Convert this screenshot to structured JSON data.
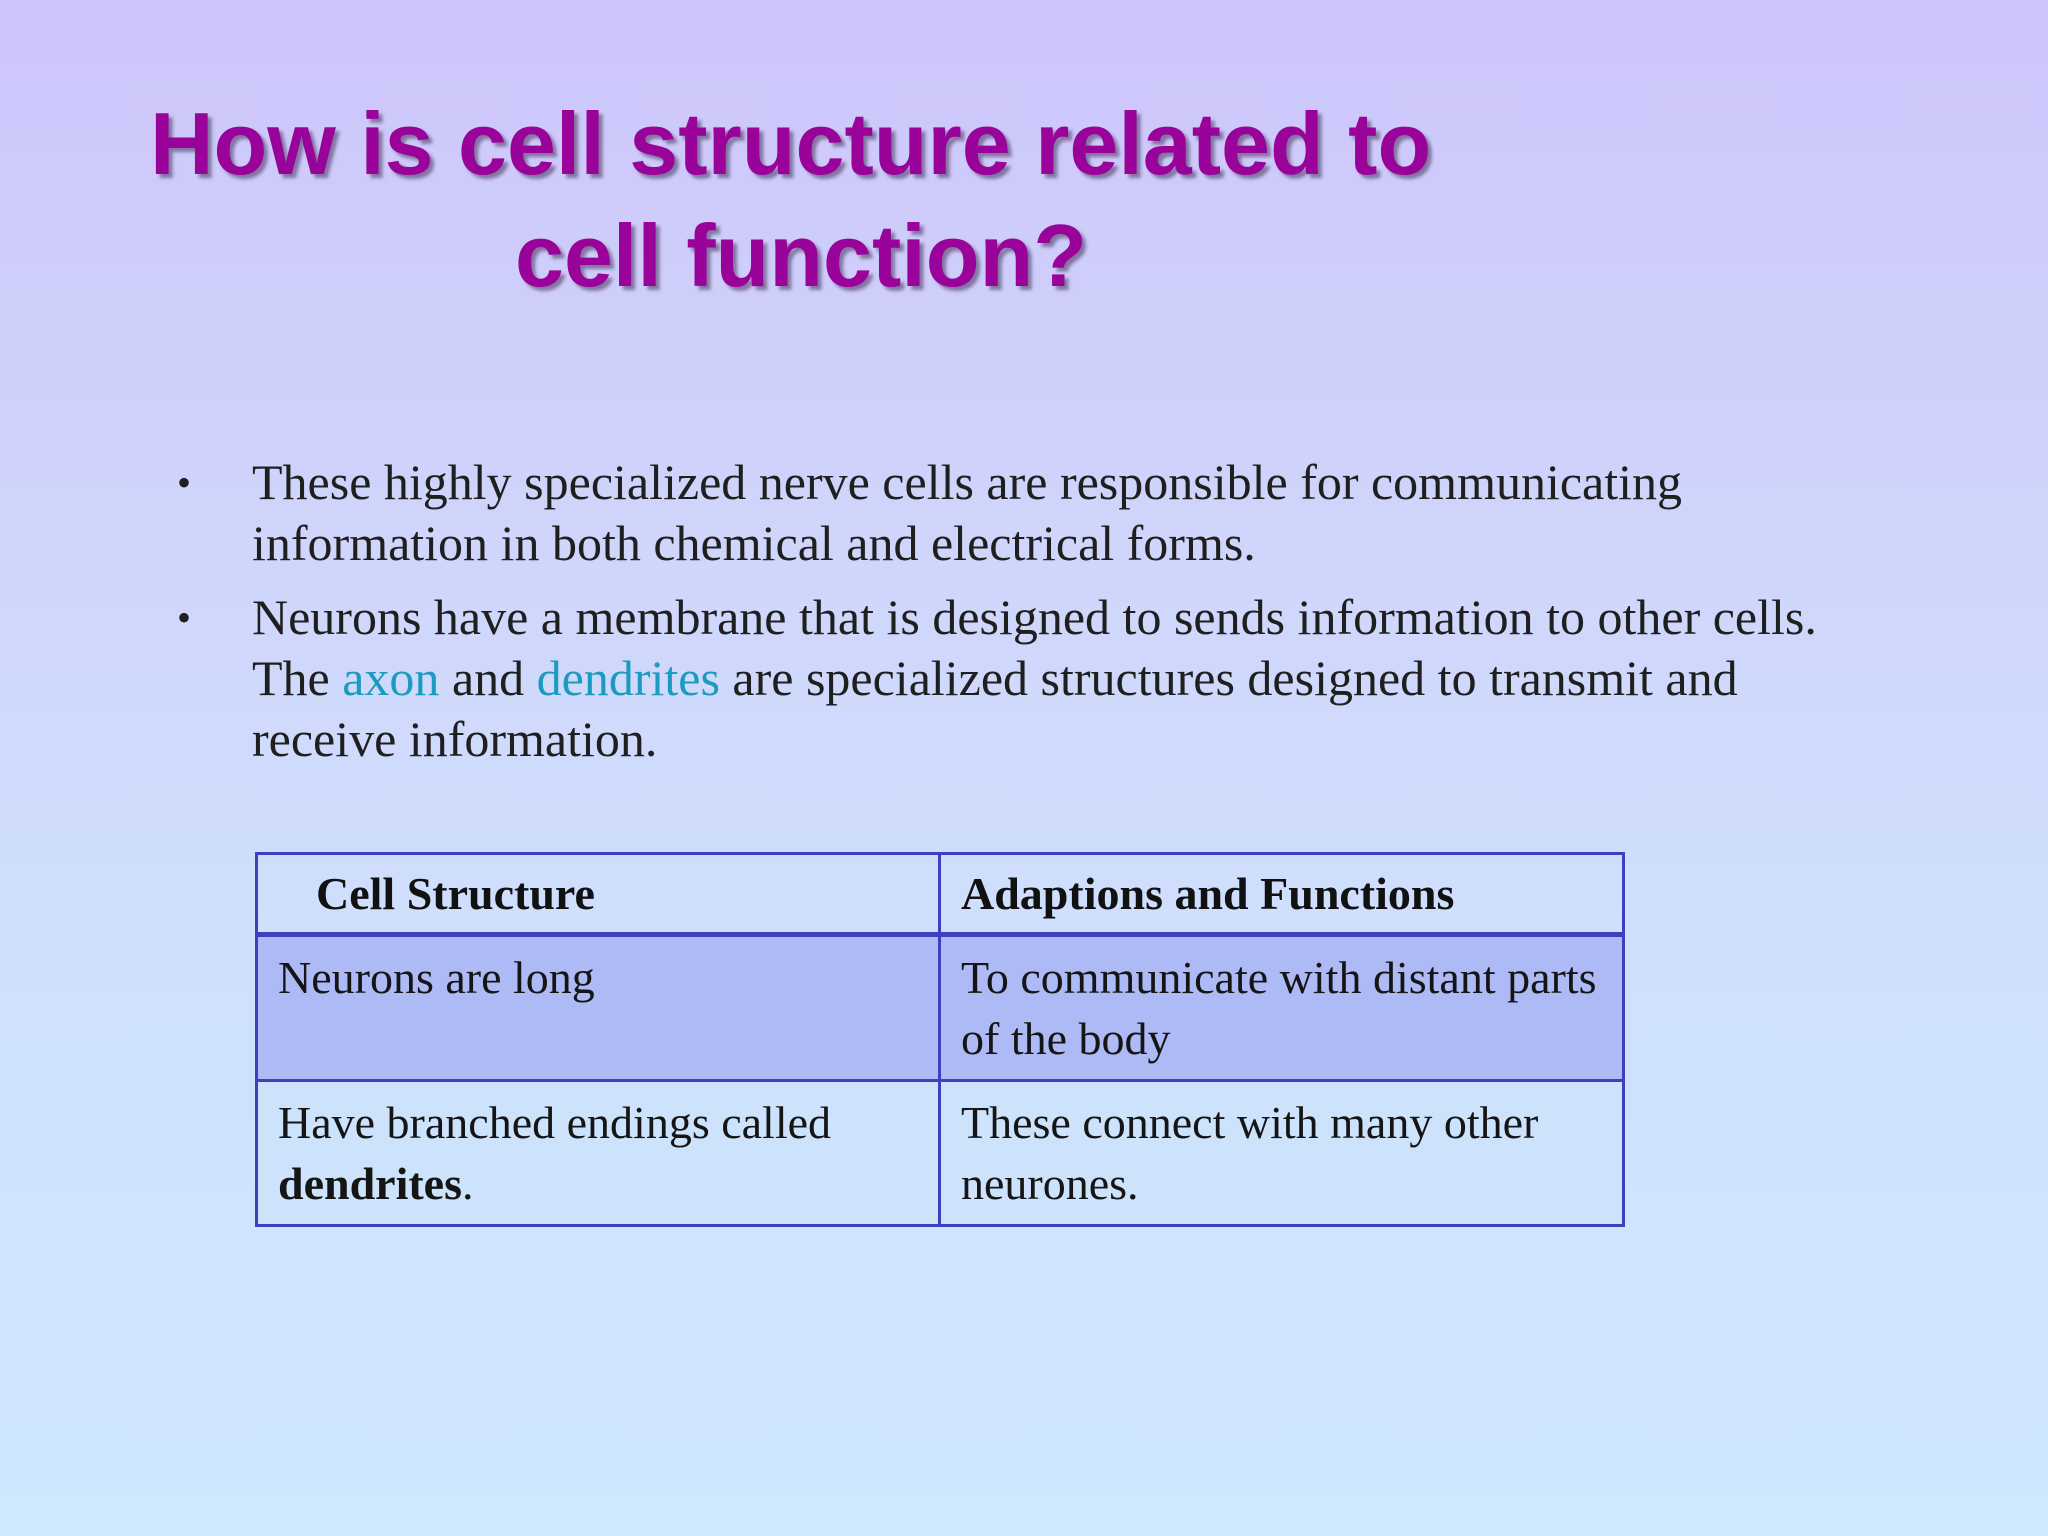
{
  "slide": {
    "title_line1": "How is cell structure related to",
    "title_line2": "cell function?",
    "bullets": [
      {
        "text": "These highly specialized nerve cells are responsible for communicating information in both chemical and electrical forms."
      },
      {
        "part1": "Neurons have a membrane that is designed to sends information to other cells. The ",
        "highlight1": "axon",
        "part2": " and ",
        "highlight2": "dendrites",
        "part3": " are specialized structures designed to transmit and receive information."
      }
    ],
    "bullet_symbol": "•",
    "table": {
      "headers": [
        "Cell Structure",
        "Adaptions and Functions"
      ],
      "rows": [
        {
          "structure": "Neurons are long",
          "function": "To communicate with distant parts of the body"
        },
        {
          "structure_prefix": "Have branched endings called ",
          "structure_bold": "dendrites",
          "structure_suffix": ".",
          "function": "These connect with many other neurones."
        }
      ]
    }
  },
  "colors": {
    "title": "#990399",
    "highlight": "#1a9bbf",
    "table_border": "#3f3fbf",
    "row_a_bg": "#adbaf5",
    "row_b_bg": "#cde3fc"
  }
}
